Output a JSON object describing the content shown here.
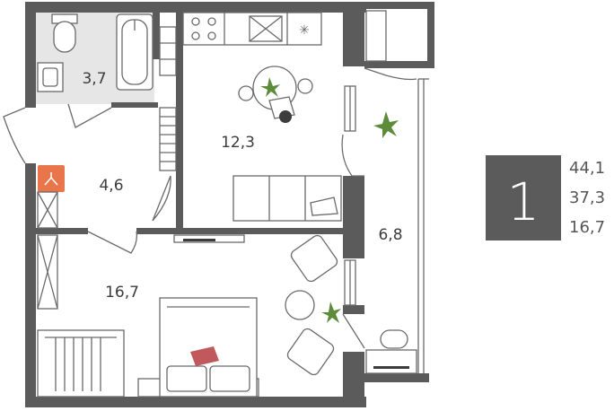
{
  "rooms": [
    {
      "id": "bathroom",
      "area": "3,7"
    },
    {
      "id": "kitchen-living",
      "area": "12,3"
    },
    {
      "id": "hallway",
      "area": "4,6"
    },
    {
      "id": "balcony",
      "area": "6,8"
    },
    {
      "id": "bedroom",
      "area": "16,7"
    }
  ],
  "info": {
    "room_count": "1",
    "areas": [
      "44,1",
      "37,3",
      "16,7"
    ]
  },
  "colors": {
    "wall": "#5b5b5b",
    "tile": "#e6e6e6",
    "info_box": "#5b5b5b",
    "boiler": "#e8764a",
    "plant": "#5c8b3a",
    "pillow": "#c0585c"
  }
}
